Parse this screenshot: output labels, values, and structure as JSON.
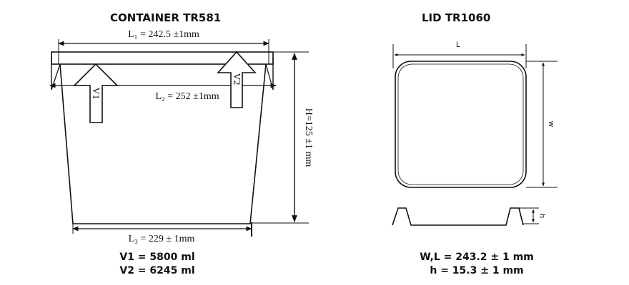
{
  "container": {
    "title": "CONTAINER TR581",
    "l1": "L₁ = 242.5 ±1mm",
    "l2": "L₂ = 252 ±1mm",
    "l3": "L₃ = 229 ± 1mm",
    "height": "H=125 ±1 mm",
    "arrow_v1": "V1",
    "arrow_v2": "V2",
    "volume_1": "V1 = 5800 ml",
    "volume_2": "V2 = 6245 ml"
  },
  "lid": {
    "title": "LID TR1060",
    "length_label": "L",
    "width_label": "w",
    "height_label": "h",
    "size_line": "W,L = 243.2 ± 1 mm",
    "height_line": "h = 15.3 ± 1 mm"
  }
}
